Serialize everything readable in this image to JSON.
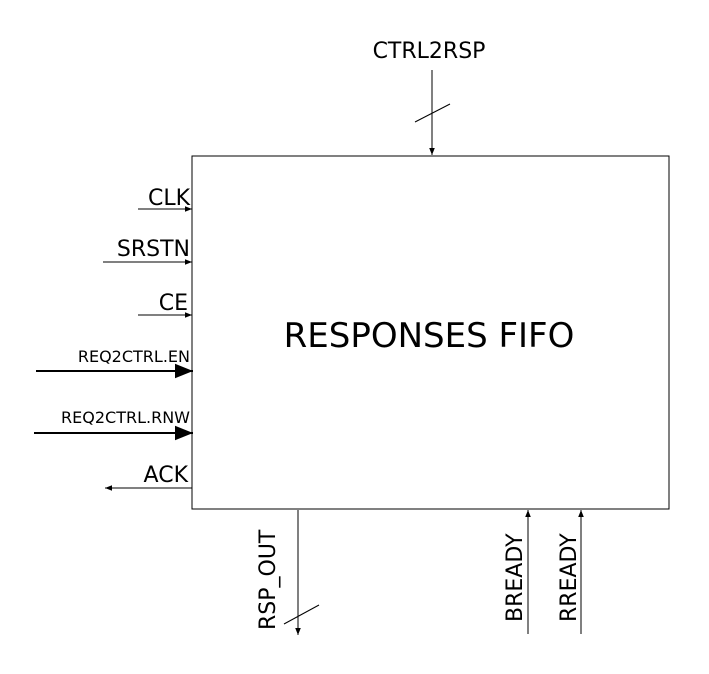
{
  "block": {
    "title": "RESPONSES FIFO"
  },
  "signals": {
    "ctrl2rsp": "CTRL2RSP",
    "clk": "CLK",
    "srstn": "SRSTN",
    "ce": "CE",
    "req2ctrl_en": "REQ2CTRL.EN",
    "req2ctrl_rnw": "REQ2CTRL.RNW",
    "ack": "ACK",
    "rsp_out": "RSP_OUT",
    "bready": "BREADY",
    "rready": "RREADY"
  }
}
